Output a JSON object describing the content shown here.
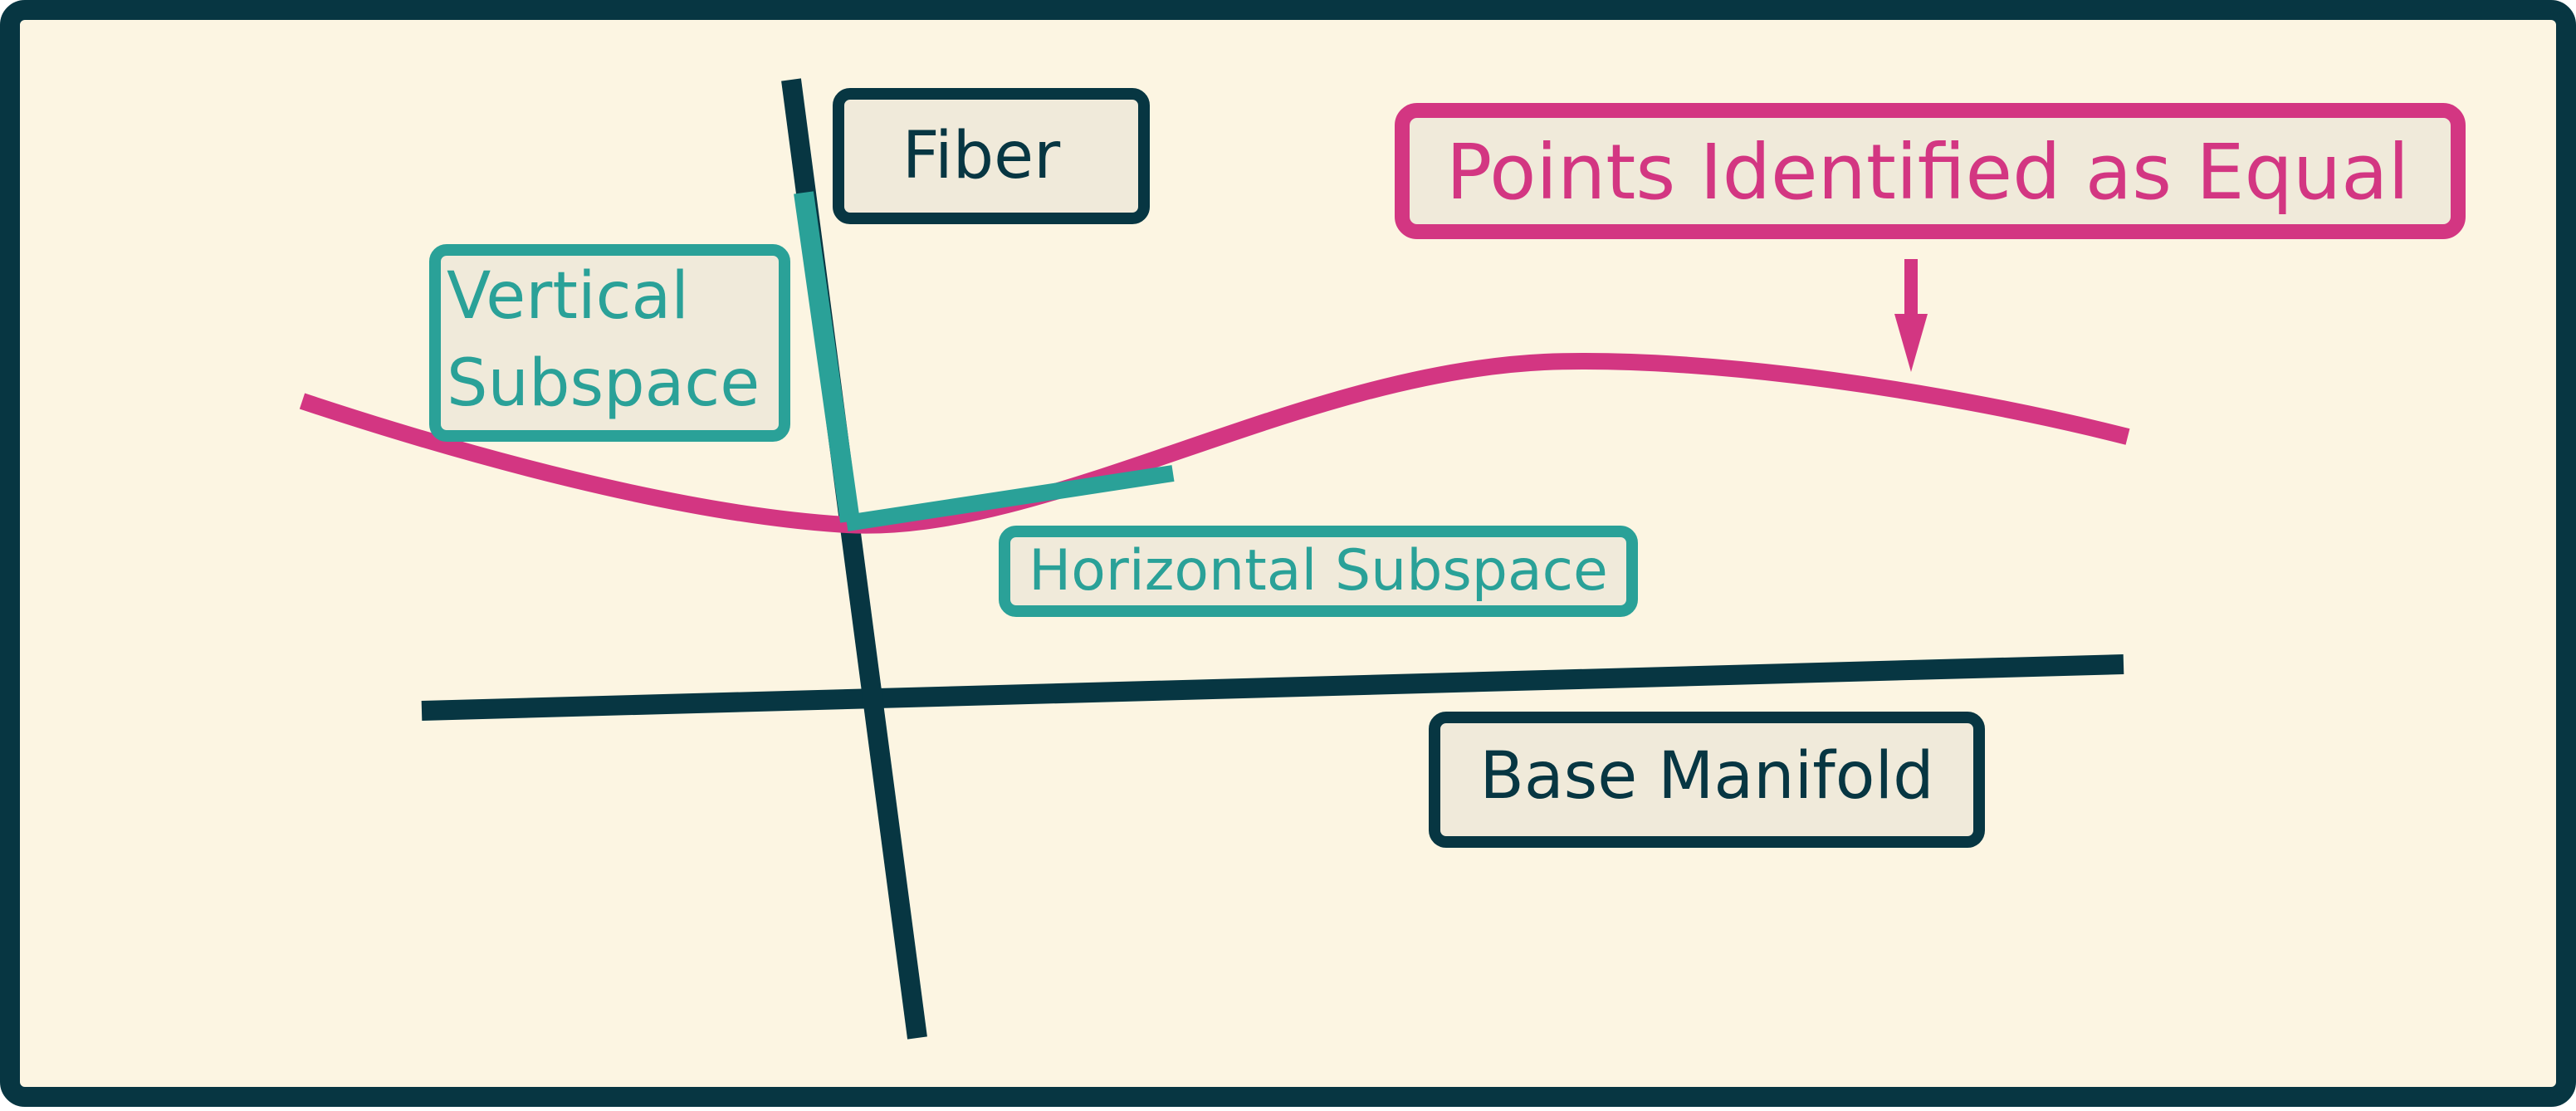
{
  "labels": {
    "fiber": "Fiber",
    "vertical_line1": "Vertical",
    "vertical_line2": "Subspace",
    "horizontal": "Horizontal Subspace",
    "base": "Base Manifold",
    "points_equal": "Points Identified as Equal"
  },
  "colors": {
    "background": "#fcf5e2",
    "box_fill": "#f0eada",
    "navy": "#073642",
    "teal": "#2aa198",
    "magenta": "#d33682"
  }
}
